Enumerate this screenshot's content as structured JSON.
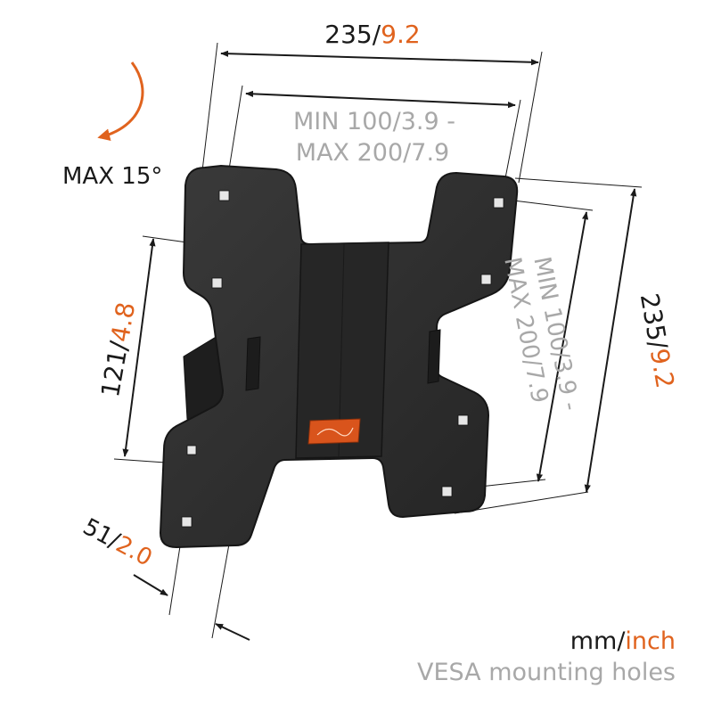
{
  "dimensions": {
    "top_width": {
      "mm": "235",
      "sep": "/",
      "inch": "9.2"
    },
    "vesa_horizontal": {
      "line1_a": "MIN 100",
      "line1_b": "/3.9 -",
      "line2_a": "MAX 200",
      "line2_b": "/7.9"
    },
    "right_height": {
      "mm": "235",
      "sep": "/",
      "inch": "9.2"
    },
    "vesa_vertical": {
      "line1_a": "MIN 100",
      "line1_b": "/3.9 -",
      "line2_a": "MAX 200",
      "line2_b": "/7.9"
    },
    "left_height": {
      "mm": "121",
      "sep": "/",
      "inch": "4.8"
    },
    "depth": {
      "mm": "51",
      "sep": "/",
      "inch": "2.0"
    },
    "tilt": {
      "label": "MAX 15°"
    }
  },
  "legend": {
    "units_mm": "mm",
    "units_sep": "/",
    "units_inch": "inch",
    "vesa_note": "VESA mounting holes"
  },
  "colors": {
    "accent": "#e0631e",
    "dark": "#1a1a1a",
    "grey": "#a8a8a8",
    "bracket": "#2e2e2e",
    "bracket_edge": "#161616",
    "logo": "#d9541c"
  }
}
